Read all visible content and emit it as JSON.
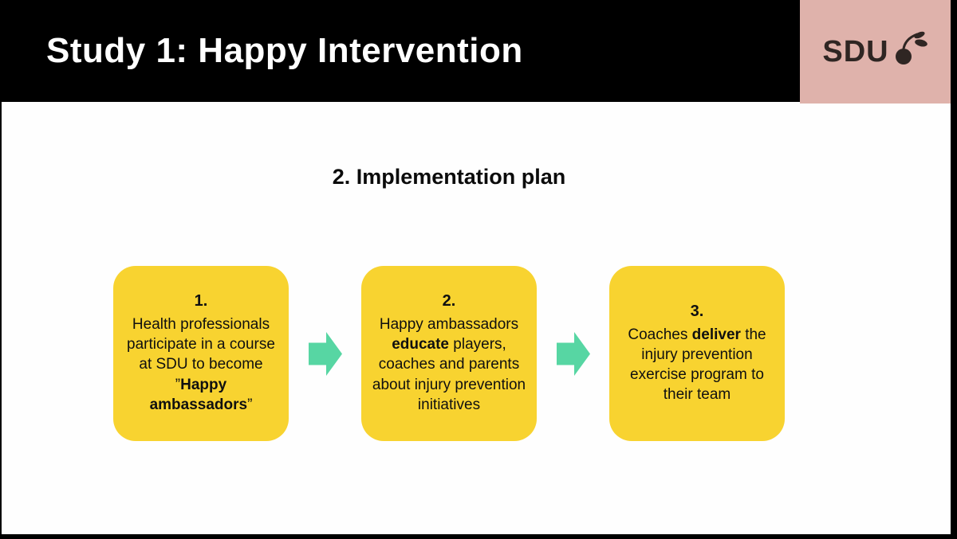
{
  "header": {
    "title": "Study 1: Happy Intervention",
    "logo_text": "SDU"
  },
  "main": {
    "heading": "2. Implementation plan",
    "steps": [
      {
        "number": "1.",
        "text_before": "Health professionals participate in a course at SDU to become ”",
        "text_bold": "Happy ambassadors",
        "text_after": "”"
      },
      {
        "number": "2.",
        "text_before": "Happy ambassadors ",
        "text_bold": "educate",
        "text_after": " players, coaches and parents about injury prevention initiatives"
      },
      {
        "number": "3.",
        "text_before": "Coaches ",
        "text_bold": "deliver",
        "text_after": " the injury prevention exercise program to their team"
      }
    ]
  },
  "colors": {
    "header_bg": "#000000",
    "title_text": "#ffffff",
    "logo_bg": "#dfb2ab",
    "logo_ink": "#2f2623",
    "box_yellow": "#f8d330",
    "arrow_teal": "#57d6a3",
    "body_ink": "#101010",
    "slide_bg": "#fefefe"
  }
}
